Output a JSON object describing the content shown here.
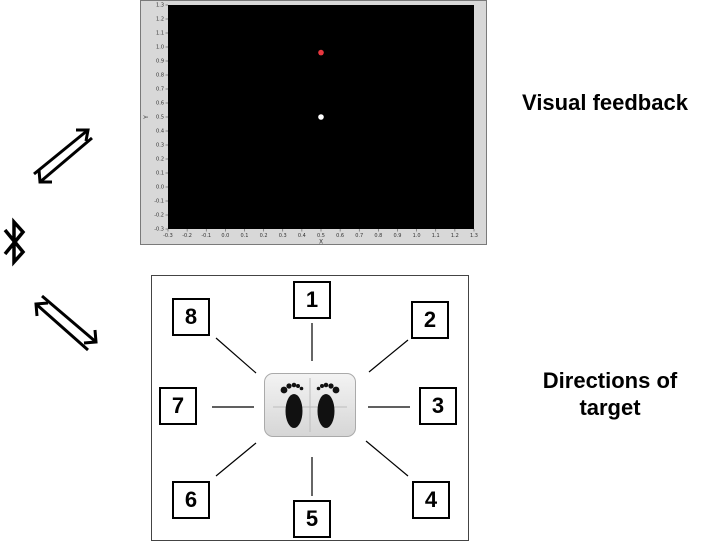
{
  "labels": {
    "visual_feedback": "Visual feedback",
    "directions_line1": "Directions of",
    "directions_line2": "target"
  },
  "icons": {
    "top_arrows": "double-arrow-icon",
    "bluetooth": "bluetooth-icon",
    "bottom_arrows": "double-arrow-icon",
    "feet": "footprints-icon"
  },
  "directions": [
    "1",
    "2",
    "3",
    "4",
    "5",
    "6",
    "7",
    "8"
  ],
  "chart_data": {
    "type": "scatter",
    "title": "",
    "xlabel": "X",
    "ylabel": "Y",
    "xlim": [
      -0.3,
      1.3
    ],
    "ylim": [
      -0.3,
      1.3
    ],
    "xticks": [
      "-0.3",
      "-0.2",
      "-0.1",
      "0.0",
      "0.1",
      "0.2",
      "0.3",
      "0.4",
      "0.5",
      "0.6",
      "0.7",
      "0.8",
      "0.9",
      "1.0",
      "1.1",
      "1.2",
      "1.3"
    ],
    "yticks": [
      "-0.3",
      "-0.2",
      "-0.1",
      "0.0",
      "0.1",
      "0.2",
      "0.3",
      "0.4",
      "0.5",
      "0.6",
      "0.7",
      "0.8",
      "0.9",
      "1.0",
      "1.1",
      "1.2",
      "1.3"
    ],
    "background": "#000000",
    "series": [
      {
        "points": [
          {
            "x": 0.5,
            "y": 0.96
          }
        ],
        "color": "#e8373f"
      },
      {
        "points": [
          {
            "x": 0.5,
            "y": 0.5
          }
        ],
        "color": "#ffffff"
      }
    ]
  }
}
